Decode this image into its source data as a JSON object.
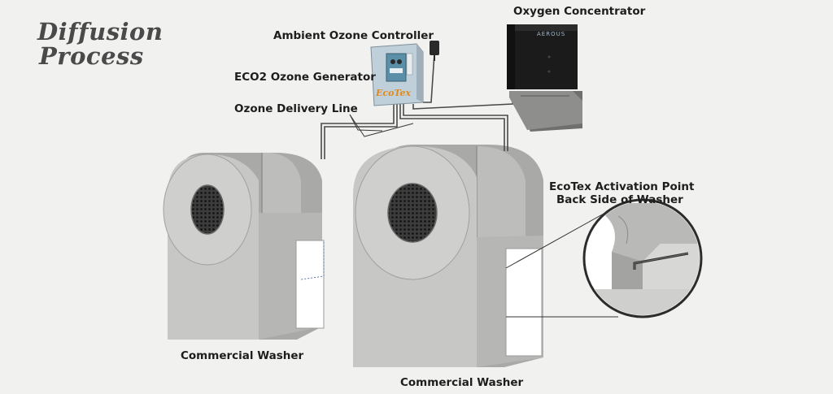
{
  "title": {
    "line1": "Diffusion",
    "line2": "Process"
  },
  "labels": {
    "oxygen_concentrator": "Oxygen Concentrator",
    "ambient_ozone_controller": "Ambient Ozone Controller",
    "eco2_ozone_generator": "ECO2 Ozone Generator",
    "ozone_delivery_line": "Ozone Delivery Line",
    "activation_point_line1": "EcoTex Activation Point",
    "activation_point_line2": "Back Side of Washer",
    "washer_left": "Commercial Washer",
    "washer_right": "Commercial Washer"
  },
  "brands": {
    "generator": "EcoTex",
    "concentrator": "AEROUS"
  },
  "colors": {
    "background": "#f1f1ef",
    "washer_light": "#c7c7c5",
    "washer_mid": "#a9a9a7",
    "washer_dark": "#8f8f8d",
    "concentrator": "#1b1b1b",
    "tubing": "#4a4a4a",
    "brand_orange": "#e08a1e"
  }
}
